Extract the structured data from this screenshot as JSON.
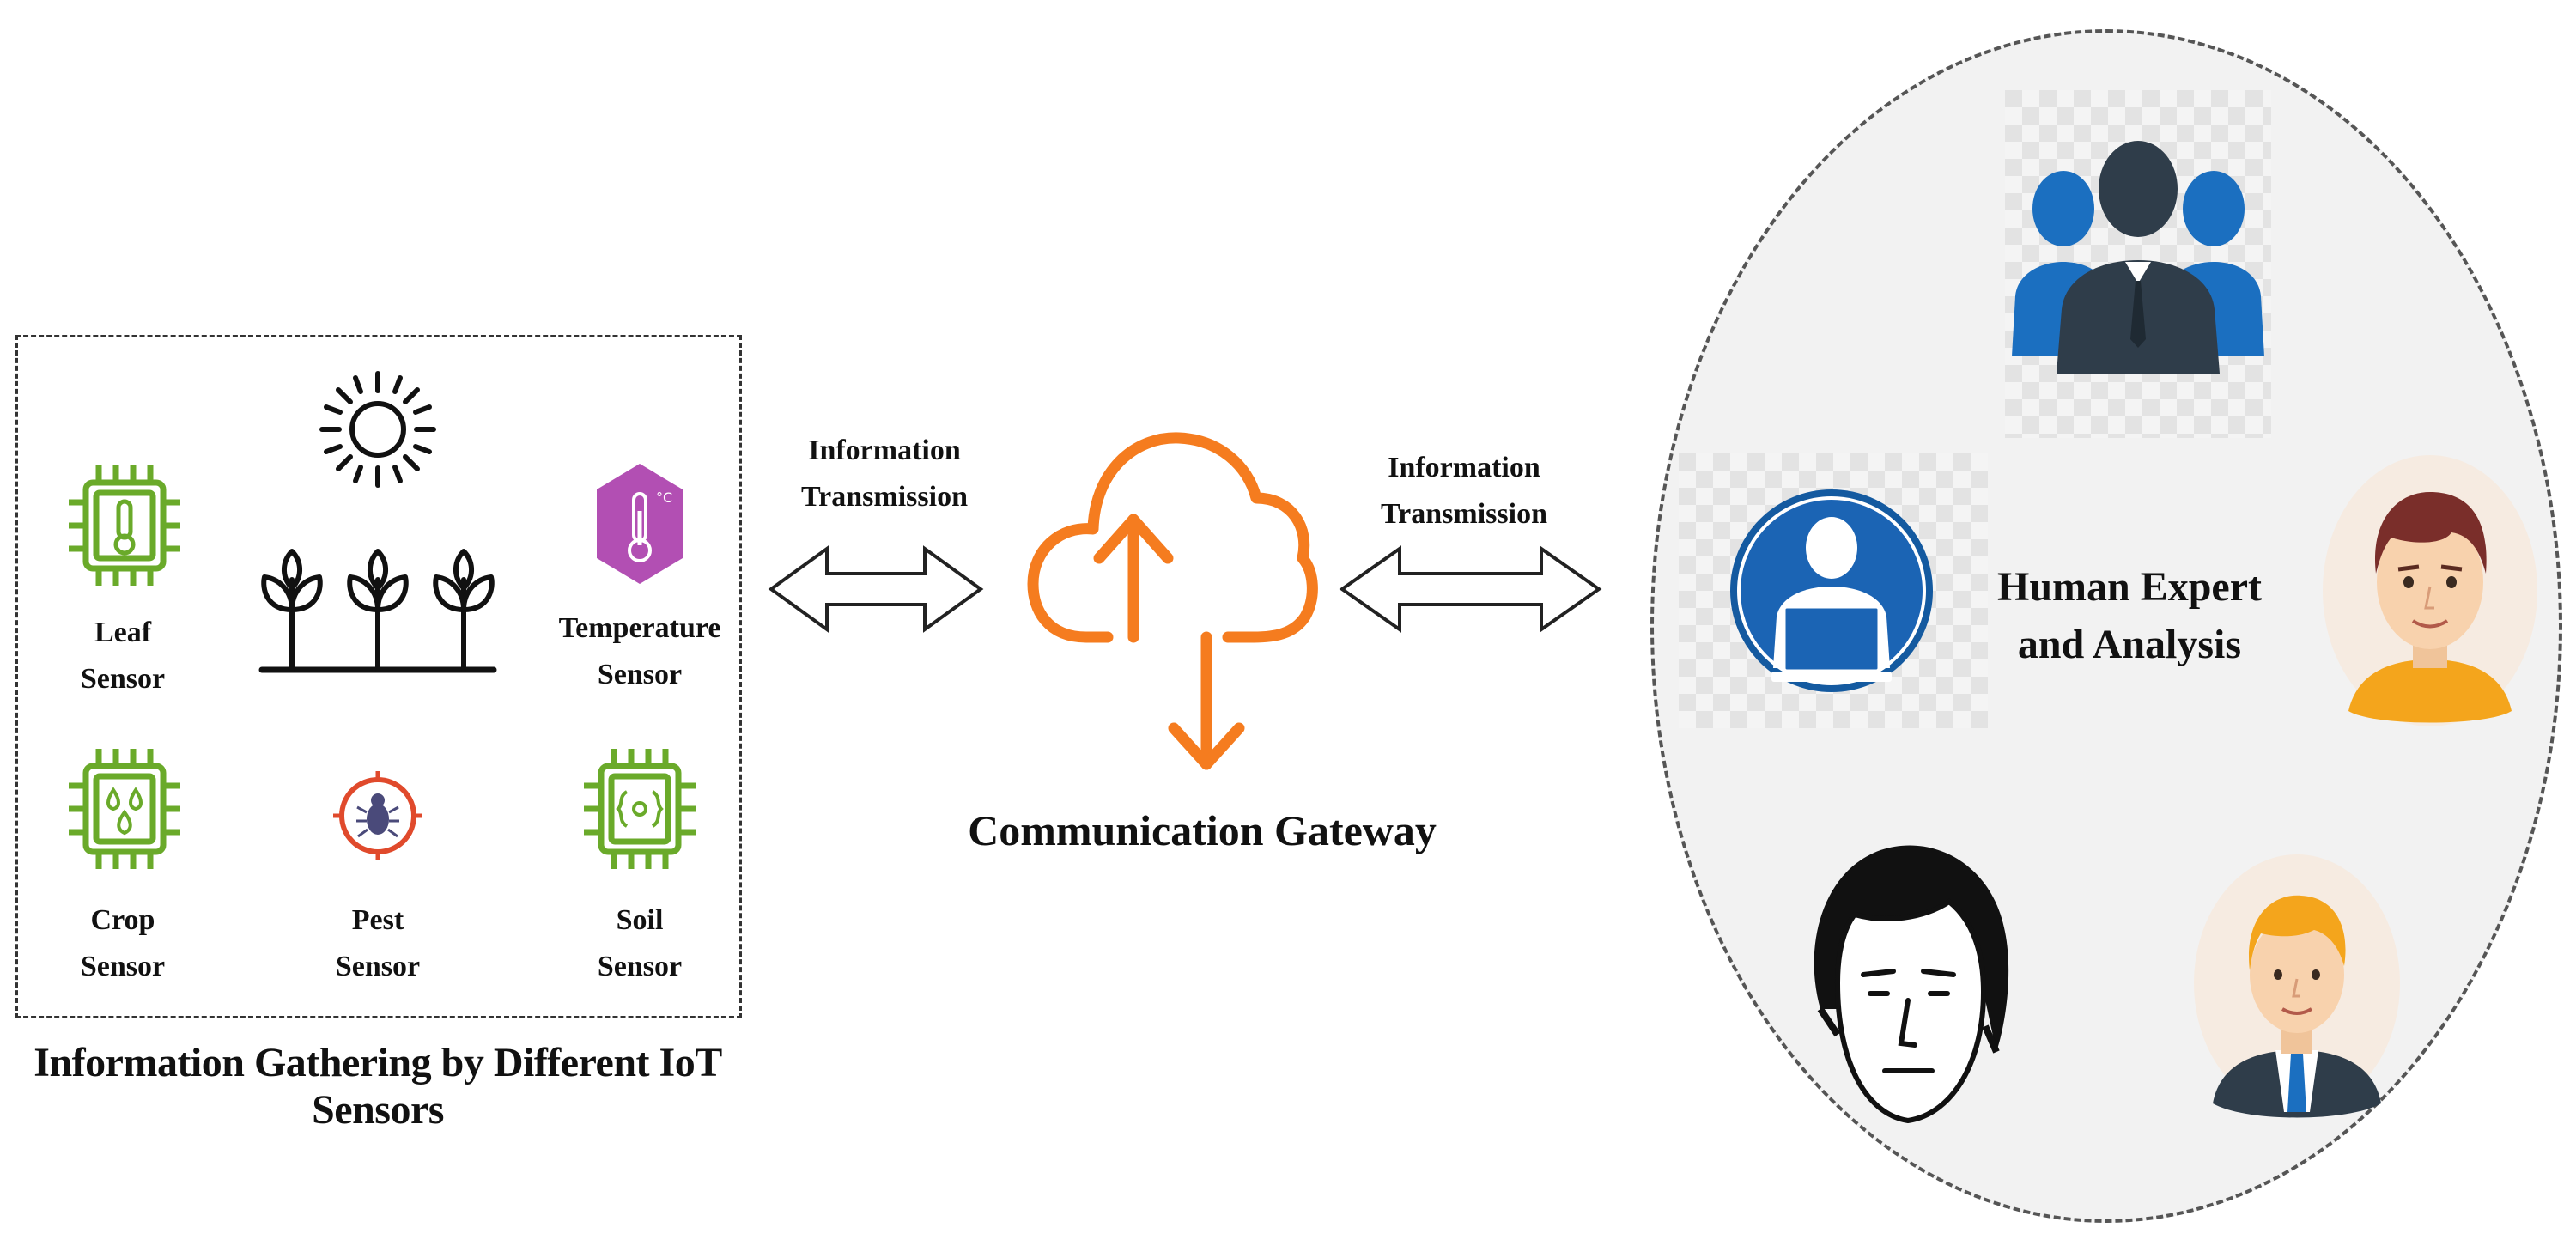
{
  "sensors_panel": {
    "caption": "Information Gathering by Different IoT Sensors",
    "sensors": [
      {
        "label": "Leaf\nSensor",
        "icon": "leaf-sensor-chip-icon"
      },
      {
        "label": "Temperature\nSensor",
        "icon": "temperature-sensor-hexagon-icon"
      },
      {
        "label": "Crop\nSensor",
        "icon": "crop-sensor-chip-icon"
      },
      {
        "label": "Pest\nSensor",
        "icon": "pest-sensor-bug-icon"
      },
      {
        "label": "Soil\nSensor",
        "icon": "soil-sensor-chip-icon"
      }
    ],
    "scene_icons": [
      "sun-icon",
      "plants-icon"
    ]
  },
  "links": [
    {
      "label": "Information\nTransmission"
    },
    {
      "label": "Information\nTransmission"
    }
  ],
  "gateway": {
    "caption": "Communication Gateway",
    "icon": "cloud-upload-download-icon"
  },
  "expert_panel": {
    "title": "Human Expert\nand Analysis",
    "icons": [
      "team-icon",
      "laptop-user-icon",
      "man-avatar-icon",
      "sketched-face-icon",
      "businessman-avatar-icon"
    ]
  },
  "colors": {
    "sensor_green": "#6aaa2a",
    "temperature_purple": "#b24fb3",
    "pest_red": "#e04a2c",
    "cloud_orange": "#f57c1f",
    "expert_blue": "#1b6fc0",
    "dark_slate": "#2f3d4a",
    "circle_fill": "#f2f2f2"
  }
}
